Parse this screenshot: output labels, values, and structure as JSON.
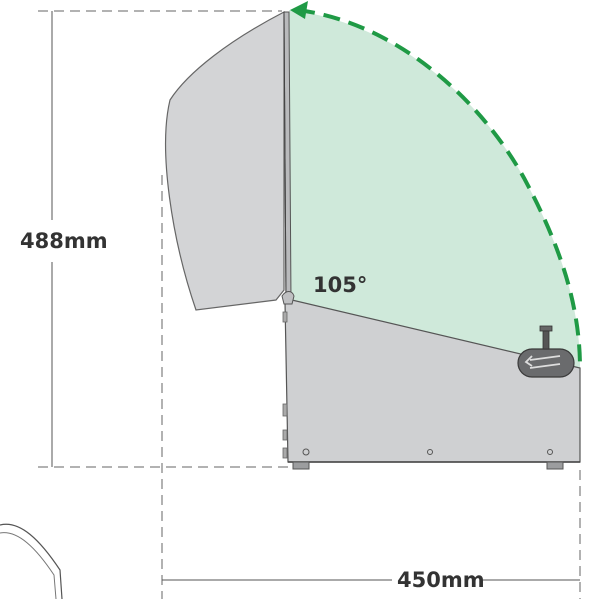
{
  "dimensions": {
    "height_label": "488mm",
    "width_label": "450mm"
  },
  "lid": {
    "opening_angle_label": "105°",
    "opening_angle_deg": 105
  },
  "colors": {
    "sweep_fill": "#cfe9da",
    "sweep_arc": "#1f9a45",
    "body_fill": "#cfd0d2",
    "body_stroke": "#555555",
    "dimension_line": "#555555",
    "label_text": "#333333"
  }
}
